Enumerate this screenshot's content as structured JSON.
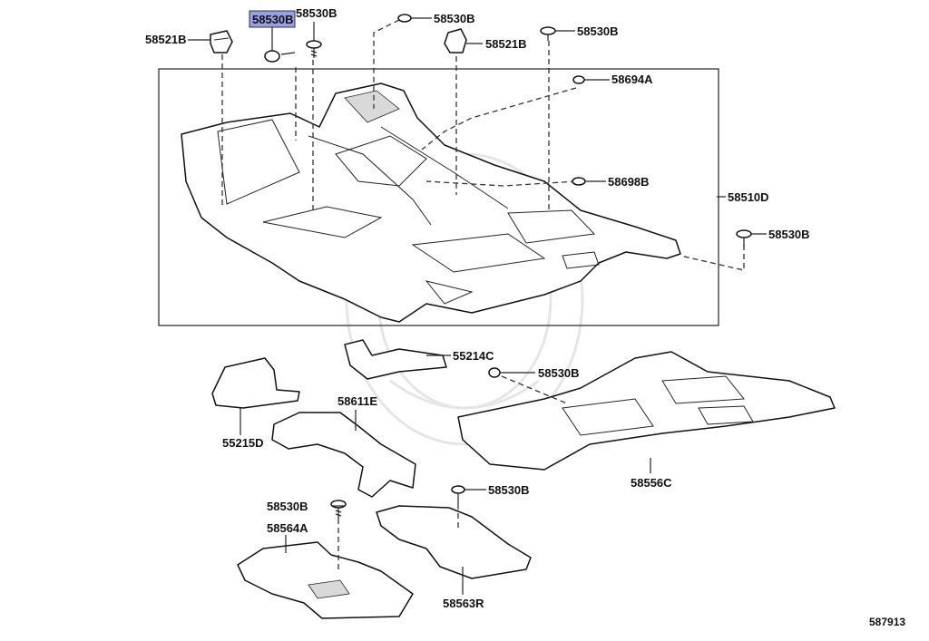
{
  "labels": {
    "p58530B_highlight": "58530B",
    "p58530B_top": "58530B",
    "p58521B_left": "58521B",
    "p58530B_top_mid": "58530B",
    "p58521B_mid": "58521B",
    "p58530B_top_right": "58530B",
    "p58694A": "58694A",
    "p58698B": "58698B",
    "p58510D": "58510D",
    "p58530B_right": "58530B",
    "p55214C": "55214C",
    "p58530B_center": "58530B",
    "p58611E": "58611E",
    "p55215D": "55215D",
    "p58556C": "58556C",
    "p58530B_bottom_mid": "58530B",
    "p58530B_bottom_left": "58530B",
    "p58564A": "58564A",
    "p58563R": "58563R"
  },
  "figure_id": "587913",
  "colors": {
    "highlight": "#9aa0e6",
    "line": "#222222"
  }
}
